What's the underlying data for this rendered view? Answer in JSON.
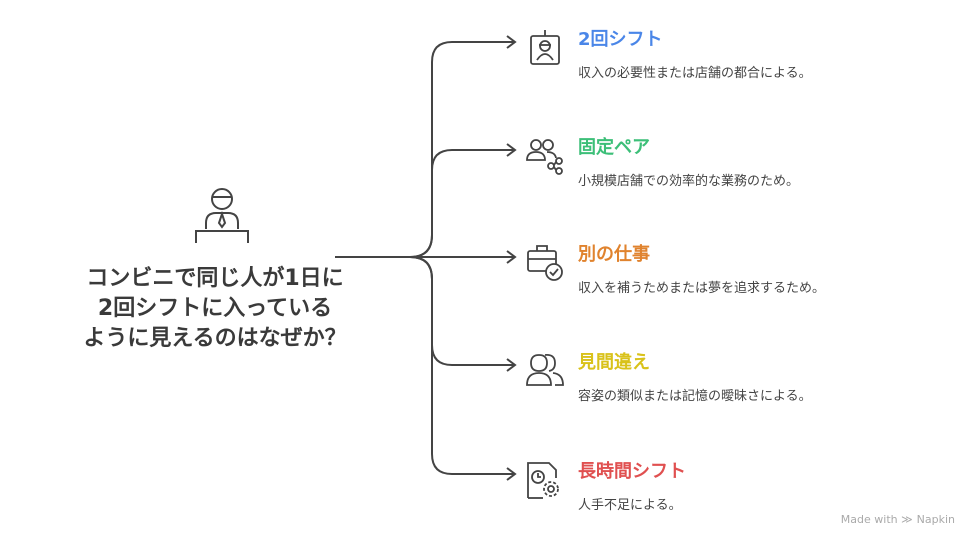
{
  "main_question": {
    "lines": [
      "コンビニで同じ人が1日に",
      "2回シフトに入っている",
      "ように見えるのはなぜか？"
    ]
  },
  "items": [
    {
      "title": "2回シフト",
      "description": "収入の必要性または店舗の都合による。",
      "color": "#4a86e8",
      "icon": "id-badge-icon"
    },
    {
      "title": "固定ペア",
      "description": "小規模店舗での効率的な業務のため。",
      "color": "#3cbf78",
      "icon": "people-network-icon"
    },
    {
      "title": "別の仕事",
      "description": "収入を補うためまたは夢を追求するため。",
      "color": "#e0832e",
      "icon": "briefcase-check-icon"
    },
    {
      "title": "見間違え",
      "description": "容姿の類似または記憶の曖昧さによる。",
      "color": "#d9c21a",
      "icon": "two-people-icon"
    },
    {
      "title": "長時間シフト",
      "description": "人手不足による。",
      "color": "#e05050",
      "icon": "clock-gear-icon"
    }
  ],
  "footer": {
    "made_with": "Made with",
    "brand": "Napkin"
  }
}
